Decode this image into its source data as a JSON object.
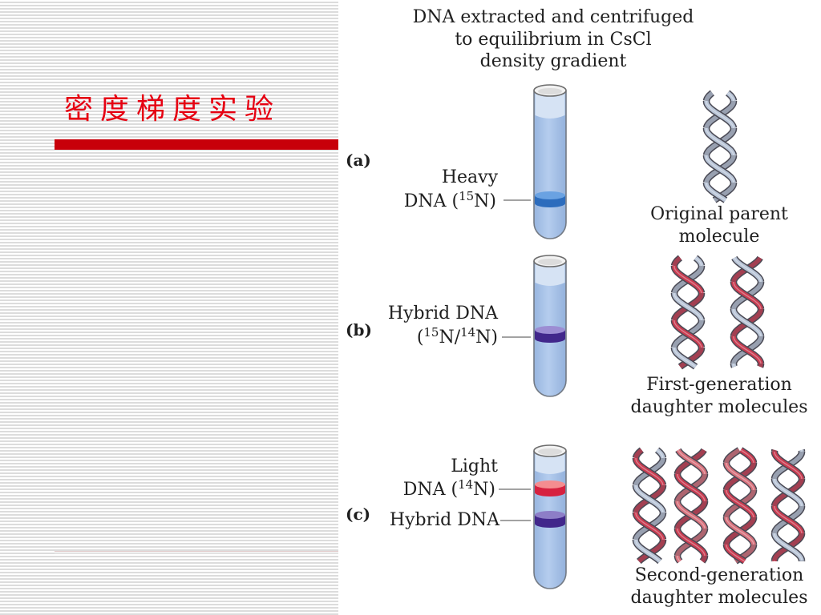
{
  "slide": {
    "title": "密度梯度实验",
    "title_color": "#e60012",
    "bar_color": "#c8000a"
  },
  "diagram": {
    "header": [
      "DNA extracted and centrifuged",
      "to equilibrium in CsCl",
      "density gradient"
    ],
    "panel_a": {
      "tag": "(a)",
      "band_label": {
        "line1": "Heavy",
        "line2_pre": "DNA (",
        "line2_sup": "15",
        "line2_post": "N)"
      },
      "band_colors": {
        "top": "#6aa2e2",
        "side": "#2c6cbd"
      },
      "helix_strands": [
        [
          "#b9c5d7",
          "#b9c5d7"
        ]
      ],
      "caption": [
        "Original parent",
        "molecule"
      ]
    },
    "panel_b": {
      "tag": "(b)",
      "band_label": {
        "line1": "Hybrid DNA",
        "line2_open": "(",
        "line2_sup1": "15",
        "line2_mid": "N/",
        "line2_sup2": "14",
        "line2_close": "N)"
      },
      "band_colors": {
        "top": "#9c8dd3",
        "side": "#41278b"
      },
      "helix_strands": [
        [
          "#b9c5d7",
          "#c93b50"
        ],
        [
          "#c93b50",
          "#b9c5d7"
        ]
      ],
      "caption": [
        "First-generation",
        "daughter molecules"
      ]
    },
    "panel_c": {
      "tag": "(c)",
      "light_label": {
        "line1": "Light",
        "line2_pre": "DNA (",
        "line2_sup": "14",
        "line2_post": "N)"
      },
      "hybrid_label": "Hybrid DNA",
      "light_band_colors": {
        "top": "#f48d90",
        "side": "#d6213f"
      },
      "hybrid_band_colors": {
        "top": "#8d7ec7",
        "side": "#41278b"
      },
      "helix_strands": [
        [
          "#b9c5d7",
          "#c93b50"
        ],
        [
          "#c93b50",
          "#d8717c"
        ],
        [
          "#d8717c",
          "#c93b50"
        ],
        [
          "#c93b50",
          "#b9c5d7"
        ]
      ],
      "caption": [
        "Second-generation",
        "daughter molecules"
      ]
    }
  }
}
